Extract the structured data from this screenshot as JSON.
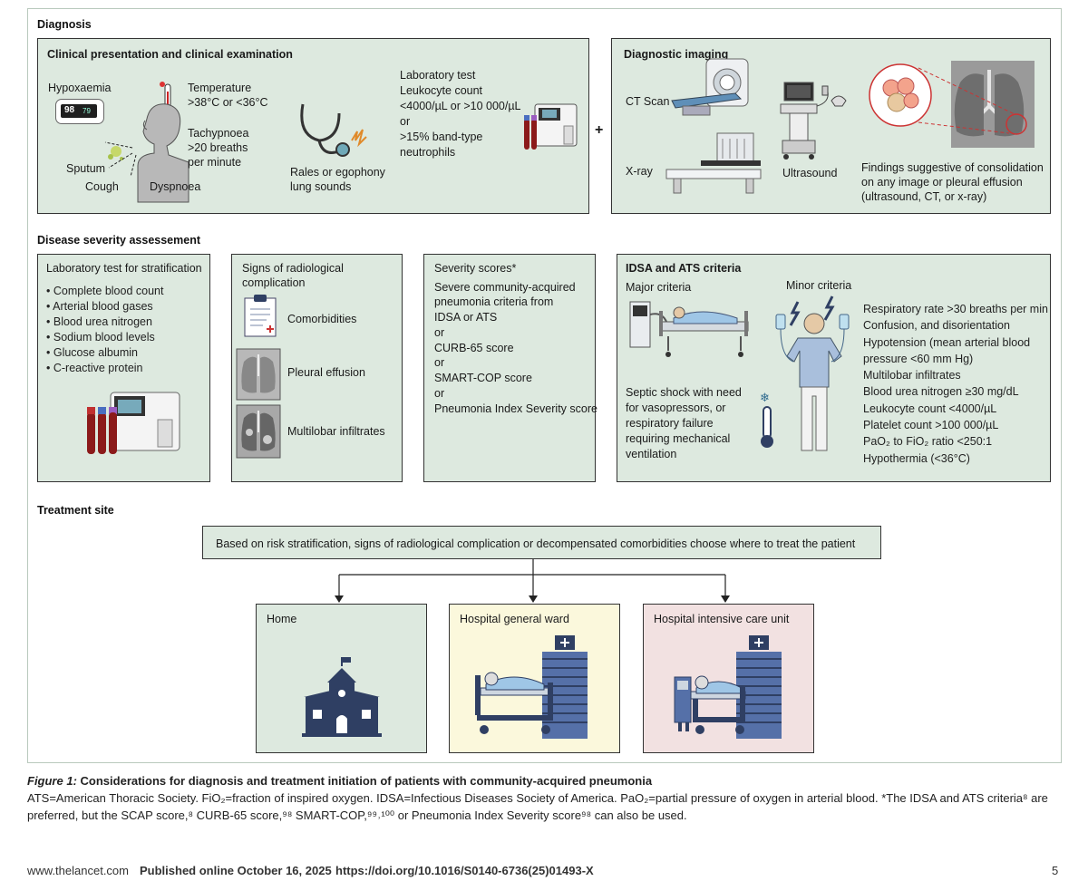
{
  "sections": {
    "diagnosis": "Diagnosis",
    "severity": "Disease severity assessement",
    "treatment": "Treatment site"
  },
  "clinical": {
    "title": "Clinical presentation and clinical examination",
    "hypoxaemia": "Hypoxaemia",
    "oximeter_spo2": "98",
    "oximeter_pulse": "79",
    "temperature": [
      "Temperature",
      ">38°C or <36°C"
    ],
    "tachypnoea": [
      "Tachypnoea",
      ">20 breaths",
      "per minute"
    ],
    "sputum": "Sputum",
    "cough": "Cough",
    "dyspnoea": "Dyspnoea",
    "rales": [
      "Rales or egophony",
      "lung sounds"
    ],
    "lab": [
      "Laboratory test",
      "Leukocyte count",
      "<4000/µL or >10 000/µL",
      "or",
      ">15% band-type",
      "neutrophils"
    ]
  },
  "plus": "+",
  "imaging": {
    "title": "Diagnostic imaging",
    "ct": "CT Scan",
    "xray": "X-ray",
    "ultrasound": "Ultrasound",
    "findings": [
      "Findings suggestive of consolidation",
      "on any image or pleural effusion",
      "(ultrasound, CT, or x-ray)"
    ]
  },
  "lab_strat": {
    "title": "Laboratory test for stratification",
    "items": [
      "Complete blood count",
      "Arterial blood gases",
      "Blood urea nitrogen",
      "Sodium blood levels",
      "Glucose albumin",
      "C-reactive protein"
    ]
  },
  "radiological": {
    "title": [
      "Signs of radiological",
      "complication"
    ],
    "comorbidities": "Comorbidities",
    "pleural": "Pleural effusion",
    "multilobar": "Multilobar infiltrates"
  },
  "scores": {
    "title": "Severity scores*",
    "lines": [
      "Severe community-acquired",
      "pneumonia criteria from",
      "IDSA or ATS",
      "or",
      "CURB-65 score",
      "or",
      "SMART-COP score",
      "or",
      "Pneumonia Index Severity score"
    ]
  },
  "idsa": {
    "title": "IDSA and ATS criteria",
    "major_label": "Major criteria",
    "minor_label": "Minor criteria",
    "major_text": [
      "Septic shock with need",
      "for vasopressors, or",
      "respiratory failure",
      "requiring mechanical",
      "ventilation"
    ],
    "minor_items": [
      "Respiratory rate >30 breaths per min",
      "Confusion, and disorientation",
      "Hypotension (mean arterial blood",
      "pressure <60 mm Hg)",
      "Multilobar infiltrates",
      "Blood urea nitrogen ≥30 mg/dL",
      "Leukocyte count <4000/µL",
      "Platelet count >100 000/µL",
      "PaO₂ to FiO₂ ratio <250:1",
      "Hypothermia (<36°C)"
    ]
  },
  "treatment": {
    "banner": "Based on risk stratification, signs of radiological complication or decompensated comorbidities choose where to treat the patient",
    "home": "Home",
    "ward": "Hospital general ward",
    "icu": "Hospital intensive care unit"
  },
  "caption": {
    "title": "Figure 1: Considerations for diagnosis and treatment initiation of patients with community-acquired pneumonia",
    "body": "ATS=American Thoracic Society. FiO₂=fraction of inspired oxygen. IDSA=Infectious Diseases Society of America. PaO₂=partial pressure of oxygen in arterial blood. *The IDSA and ATS criteria⁸ are preferred, but the SCAP score,⁸ CURB-65 score,⁹⁸ SMART-COP,⁹⁹˒¹⁰⁰ or Pneumonia Index Severity score⁹⁸ can also be used."
  },
  "footer": {
    "site": "www.thelancet.com",
    "published": "Published online October 16, 2025",
    "doi": "https://doi.org/10.1016/S0140-6736(25)01493-X",
    "page": "5"
  },
  "colors": {
    "panel": "#dde9df",
    "ward": "#fbf8dc",
    "icu": "#f2e1e1",
    "navy": "#2f3f63"
  }
}
